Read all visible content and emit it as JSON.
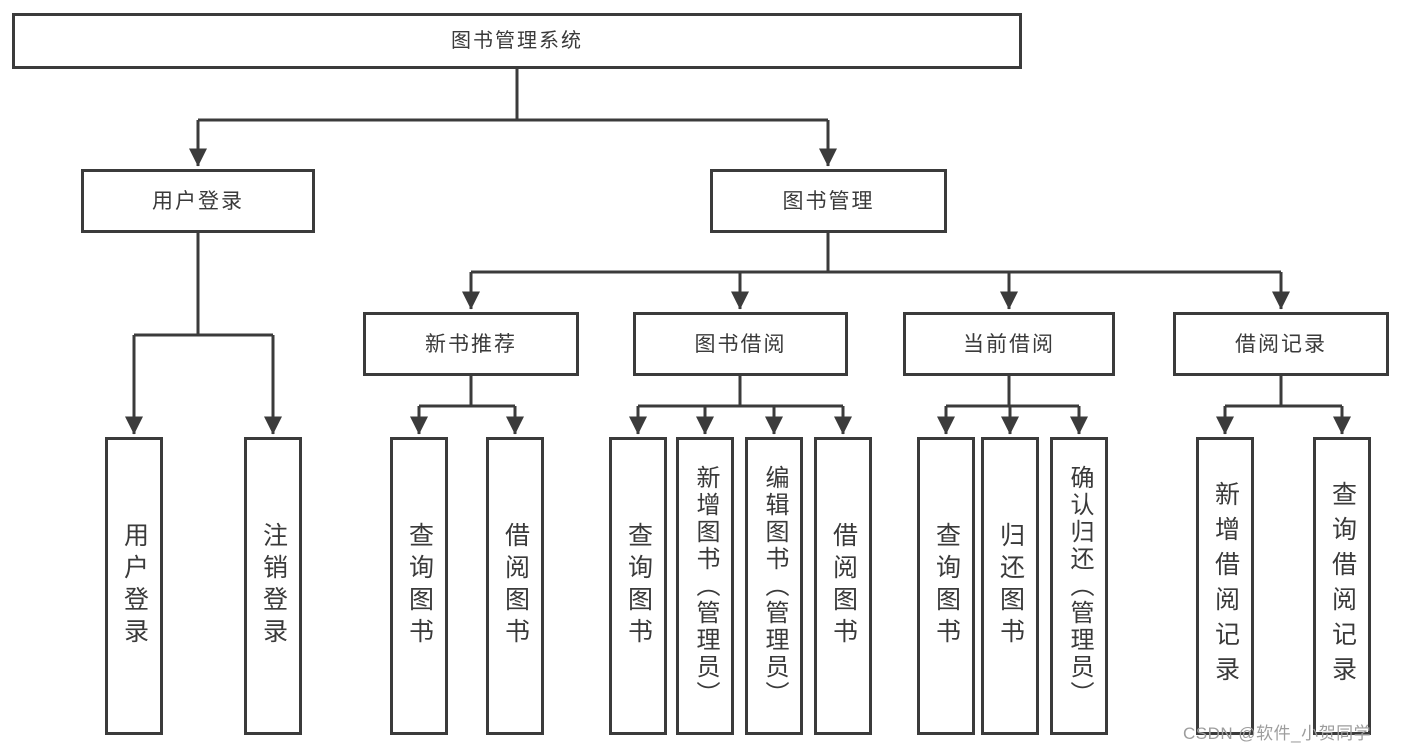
{
  "nodes": {
    "root": "图书管理系统",
    "user_login": "用户登录",
    "book_mgmt": "图书管理",
    "new_book_rec": "新书推荐",
    "book_borrow": "图书借阅",
    "current_borrow": "当前借阅",
    "borrow_records": "借阅记录",
    "ul_user_login": "用户登录",
    "ul_logout": "注销登录",
    "nbr_query": "查询图书",
    "nbr_borrow": "借阅图书",
    "bb_query": "查询图书",
    "bb_add": "新增图书（管理员）",
    "bb_edit": "编辑图书（管理员）",
    "bb_borrow": "借阅图书",
    "cb_query": "查询图书",
    "cb_return": "归还图书",
    "cb_confirm": "确认归还（管理员）",
    "br_add": "新增借阅记录",
    "br_query": "查询借阅记录"
  },
  "hierarchy": [
    {
      "parent": "图书管理系统",
      "children": [
        "用户登录",
        "图书管理"
      ]
    },
    {
      "parent": "用户登录",
      "children": [
        "用户登录",
        "注销登录"
      ]
    },
    {
      "parent": "图书管理",
      "children": [
        "新书推荐",
        "图书借阅",
        "当前借阅",
        "借阅记录"
      ]
    },
    {
      "parent": "新书推荐",
      "children": [
        "查询图书",
        "借阅图书"
      ]
    },
    {
      "parent": "图书借阅",
      "children": [
        "查询图书",
        "新增图书（管理员）",
        "编辑图书（管理员）",
        "借阅图书"
      ]
    },
    {
      "parent": "当前借阅",
      "children": [
        "查询图书",
        "归还图书",
        "确认归还（管理员）"
      ]
    },
    {
      "parent": "借阅记录",
      "children": [
        "新增借阅记录",
        "查询借阅记录"
      ]
    }
  ],
  "watermark": {
    "text": "CSDN @软件_小贺同学"
  },
  "colors": {
    "line": "#3b3b3b",
    "text": "#3a3a3a",
    "background": "#ffffff",
    "watermark": "#9d9d9d"
  }
}
